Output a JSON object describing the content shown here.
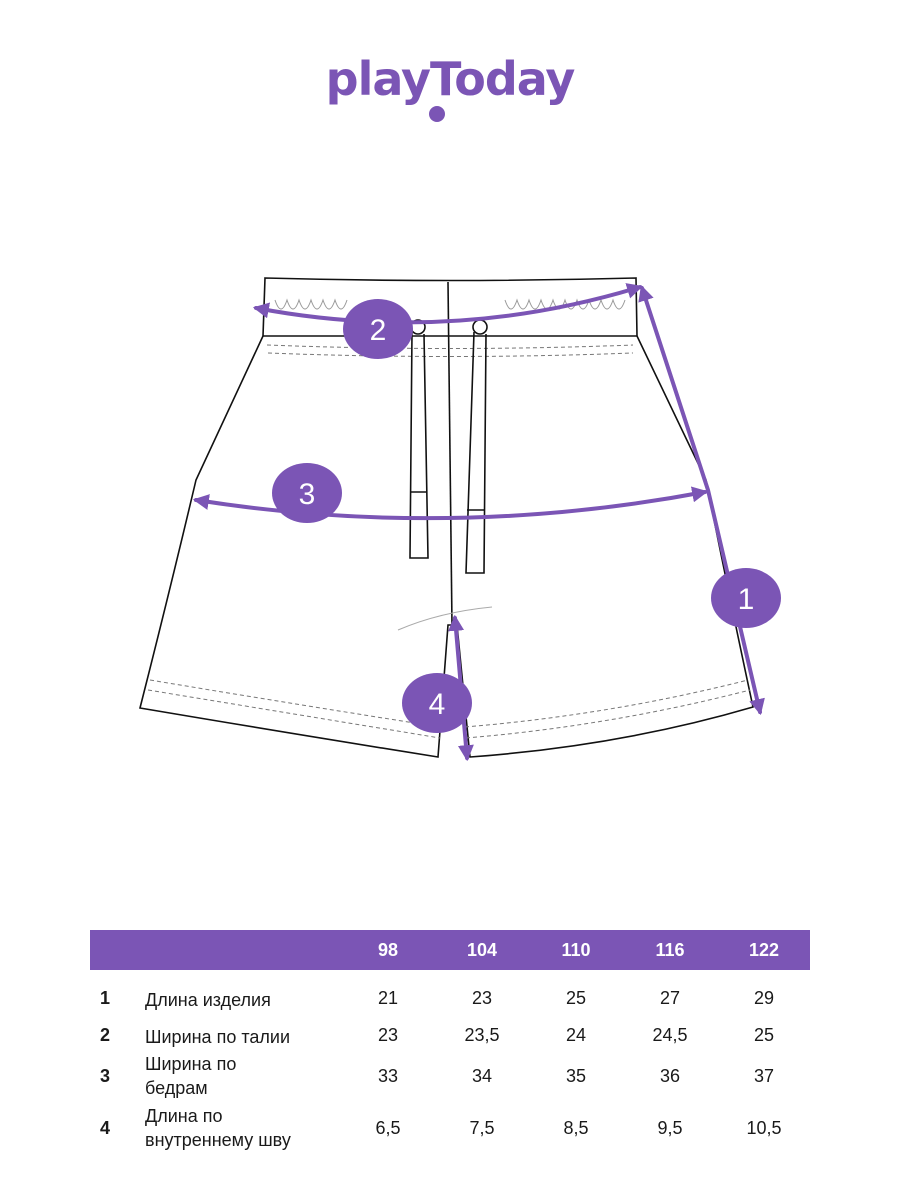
{
  "brand": {
    "logo_text": "playToday",
    "color": "#7b55b5"
  },
  "markers": [
    "1",
    "2",
    "3",
    "4"
  ],
  "table": {
    "sizes": [
      "98",
      "104",
      "110",
      "116",
      "122"
    ],
    "rows": [
      {
        "num": "1",
        "label": "Длина изделия",
        "values": [
          "21",
          "23",
          "25",
          "27",
          "29"
        ]
      },
      {
        "num": "2",
        "label": "Ширина по талии",
        "values": [
          "23",
          "23,5",
          "24",
          "24,5",
          "25"
        ]
      },
      {
        "num": "3",
        "label": "Ширина по бедрам",
        "values": [
          "33",
          "34",
          "35",
          "36",
          "37"
        ]
      },
      {
        "num": "4",
        "label": "Длина по внутреннему шву",
        "values": [
          "6,5",
          "7,5",
          "8,5",
          "9,5",
          "10,5"
        ]
      }
    ]
  }
}
